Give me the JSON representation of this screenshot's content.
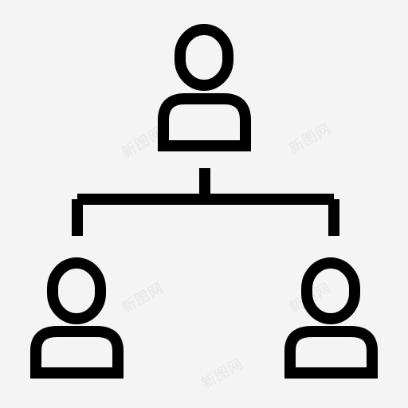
{
  "icon": {
    "name": "org-chart-icon",
    "stroke_color": "#000000",
    "background_color": "#f4f4f4"
  },
  "watermarks": [
    "新图网",
    "新图网",
    "新图网",
    "新图网",
    "新图网"
  ]
}
